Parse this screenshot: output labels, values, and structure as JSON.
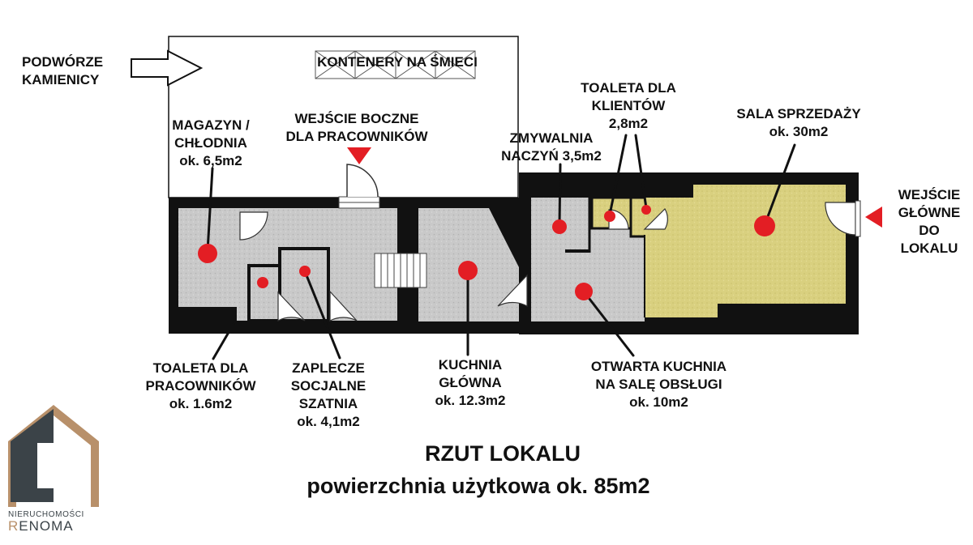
{
  "labels": {
    "courtyard": [
      "PODWÓRZE",
      "KAMIENICY"
    ],
    "bins": "KONTENERY NA ŚMIECI",
    "side_entrance": [
      "WEJŚCIE BOCZNE",
      "DLA PRACOWNIKÓW"
    ],
    "storage": [
      "MAGAZYN /",
      "CHŁODNIA",
      "ok. 6,5m2"
    ],
    "dishwash": [
      "ZMYWALNIA",
      "NACZYŃ 3,5m2"
    ],
    "client_wc": [
      "TOALETA DLA",
      "KLIENTÓW",
      "2,8m2"
    ],
    "sales_room": [
      "SALA SPRZEDAŻY",
      "ok. 30m2"
    ],
    "main_entrance": [
      "WEJŚCIE",
      "GŁÓWNE",
      "DO",
      "LOKALU"
    ],
    "staff_wc": [
      "TOALETA DLA",
      "PRACOWNIKÓW",
      "ok. 1.6m2"
    ],
    "staff_room": [
      "ZAPLECZE",
      "SOCJALNE",
      "SZATNIA",
      "ok. 4,1m2"
    ],
    "main_kitchen": [
      "KUCHNIA",
      "GŁÓWNA",
      "ok. 12.3m2"
    ],
    "open_kitchen": [
      "OTWARTA KUCHNIA",
      "NA SALĘ OBSŁUGI",
      "ok. 10m2"
    ]
  },
  "title": "RZUT LOKALU",
  "subtitle": "powierzchnia użytkowa ok. 85m2",
  "logo": {
    "line1": "NIERUCHOMOŚCI",
    "line2_first": "R",
    "line2_rest": "ENOMA"
  },
  "colors": {
    "wall": "#111111",
    "floor_gray": "#c8c8c8",
    "floor_yellow": "#d8cf7e",
    "marker": "#e31e24",
    "logo_dark": "#3b4348",
    "logo_accent": "#b8906a"
  }
}
